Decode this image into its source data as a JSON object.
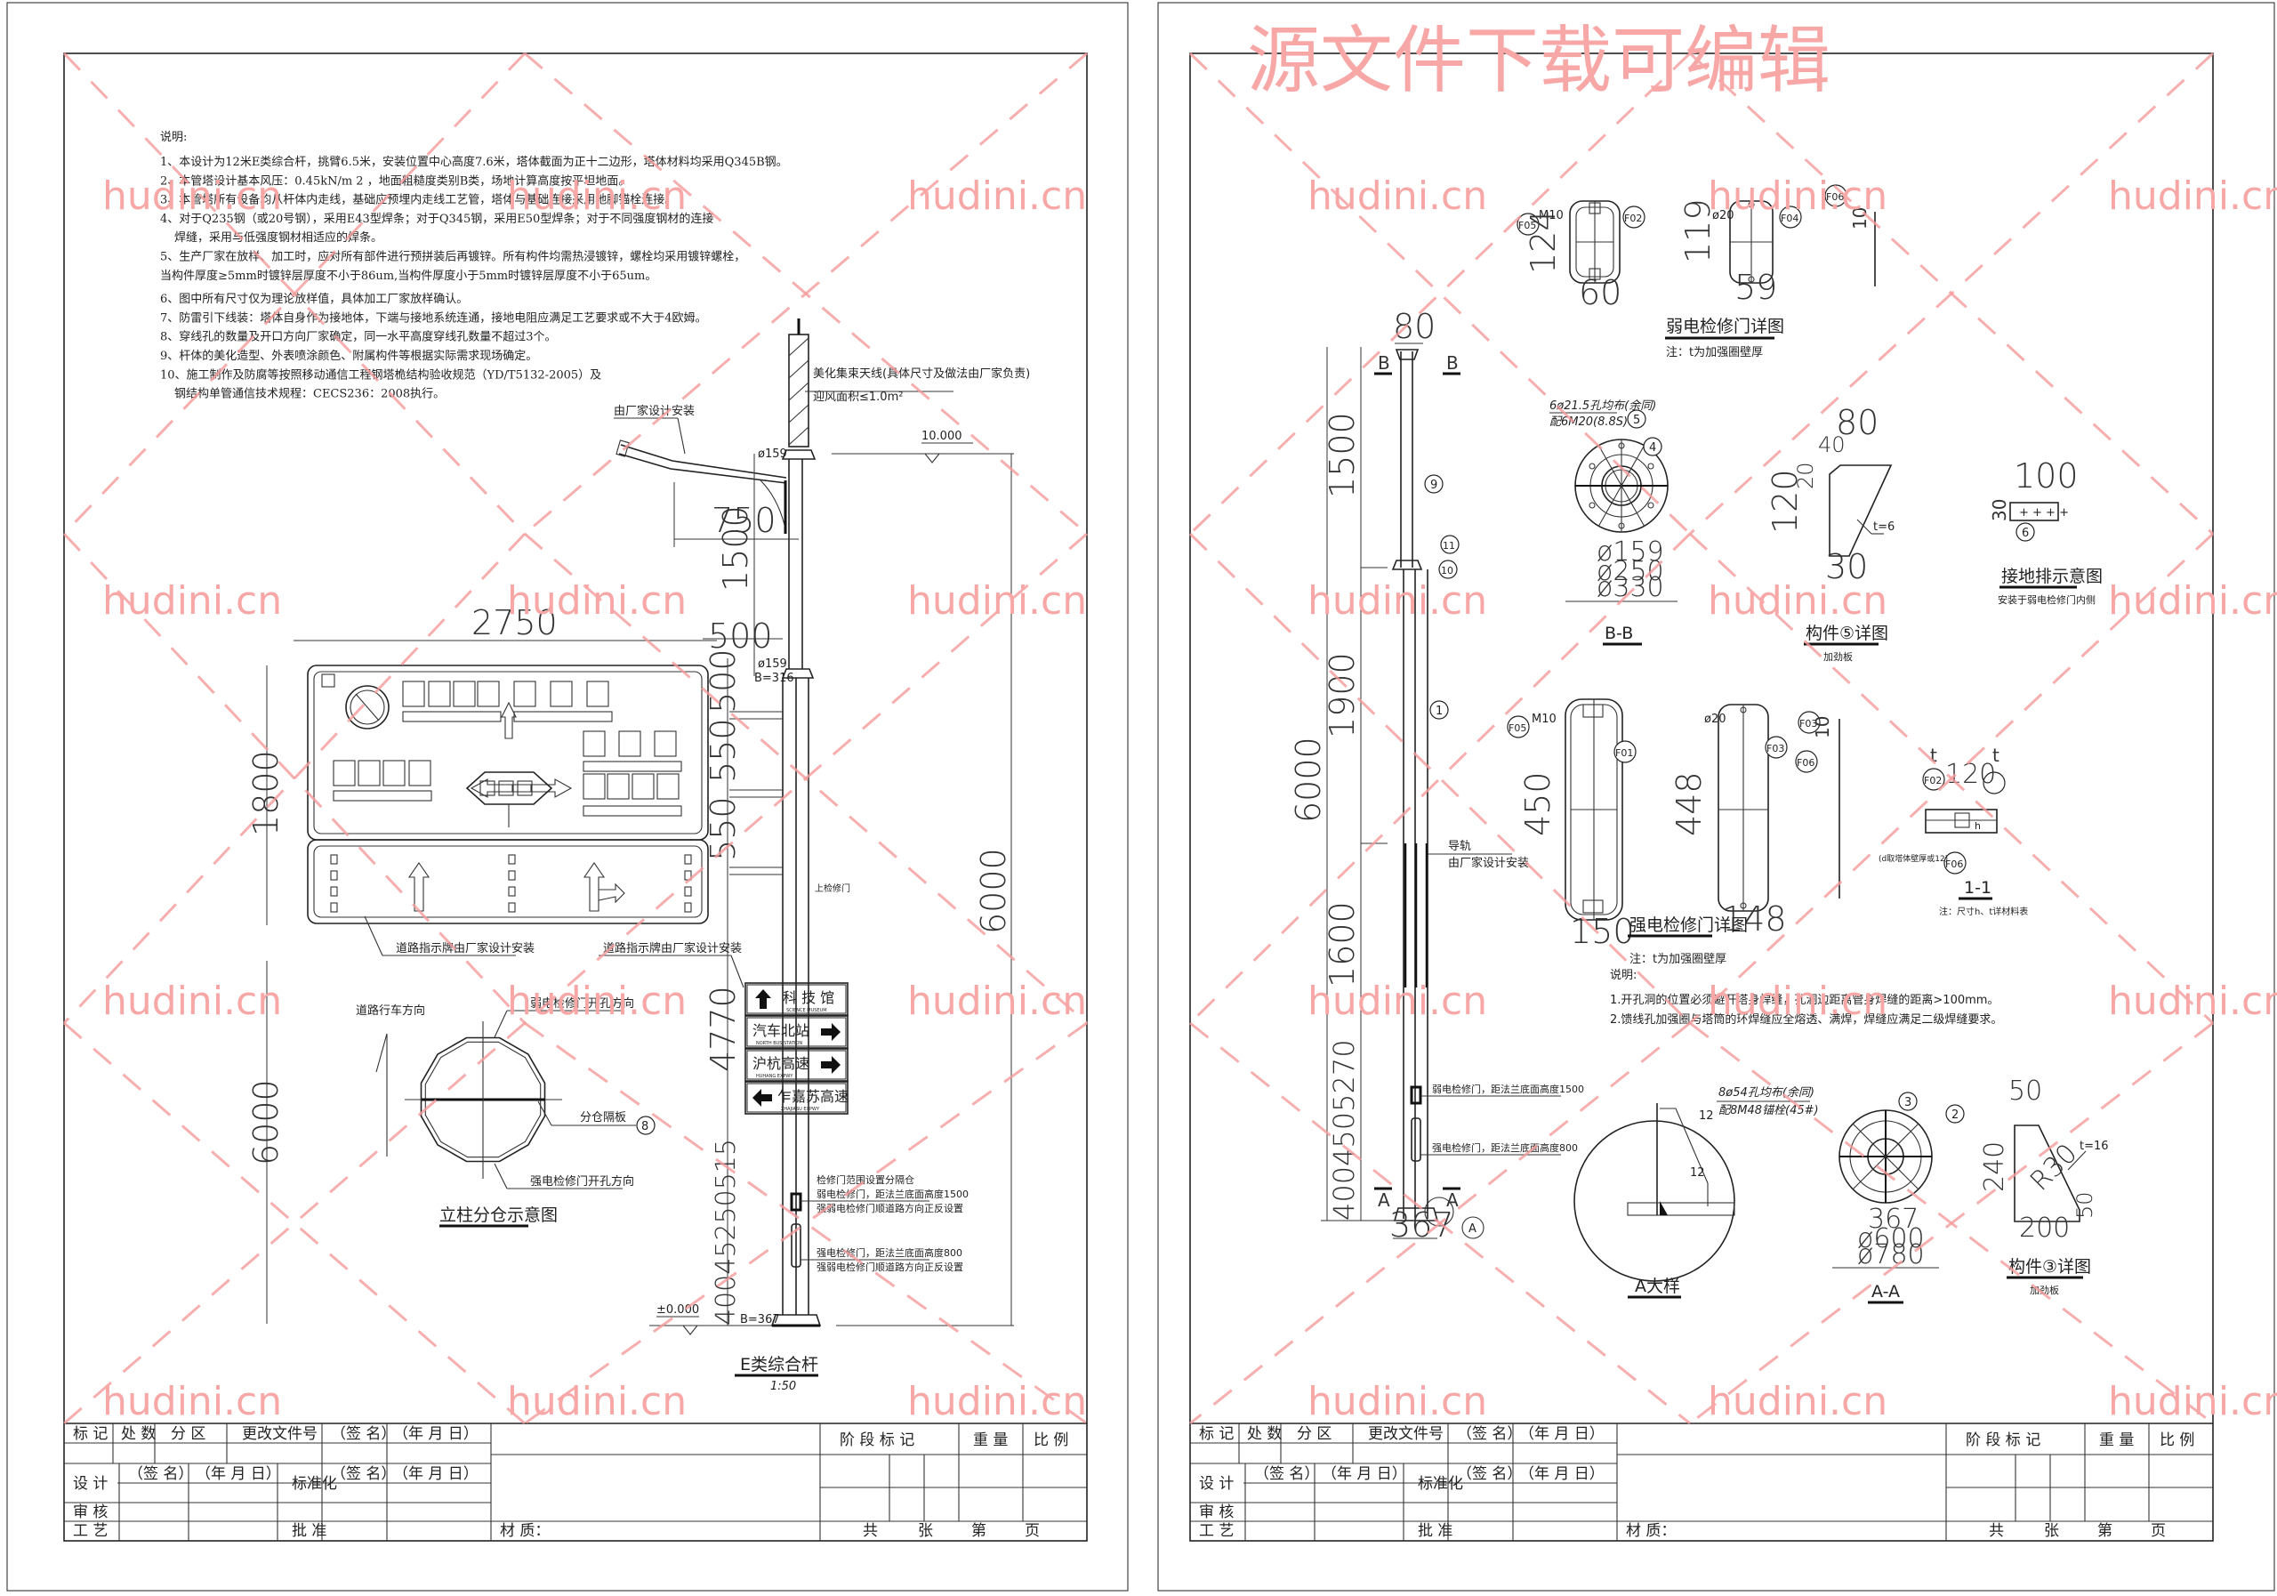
{
  "watermark": {
    "headline": "源文件下载可编辑",
    "site": "hudini.cn",
    "color": "#f8a7a7"
  },
  "sheet_left": {
    "notes_title": "说明:",
    "notes": [
      "1、本设计为12米E类综合杆，挑臂6.5米，安装位置中心高度7.6米，塔体截面为正十二边形，塔体材料均采用Q345B钢。",
      "2、本管塔设计基本风压：0.45kN/m 2 ，地面粗糙度类别B类，场地计算高度按平坦地面。",
      "3、本管塔所有设备均从杆体内走线，基础应预埋内走线工艺管，塔体与基础连接采用地脚锚栓连接。",
      "4、对于Q235钢（或20号钢），采用E43型焊条；对于Q345钢，采用E50型焊条；对于不同强度钢材的连接",
      "焊缝，采用与低强度钢材相适应的焊条。",
      "5、生产厂家在放样、加工时，应对所有部件进行预拼装后再镀锌。所有构件均需热浸镀锌，螺栓均采用镀锌螺栓，",
      "当构件厚度≥5mm时镀锌层厚度不小于86um,当构件厚度小于5mm时镀锌层厚度不小于65um。",
      "6、图中所有尺寸仅为理论放样值，具体加工厂家放样确认。",
      "7、防雷引下线装：塔体自身作为接地体，下端与接地系统连通，接地电阻应满足工艺要求或不大于4欧姆。",
      "8、穿线孔的数量及开口方向厂家确定，同一水平高度穿线孔数量不超过3个。",
      "9、杆体的美化造型、外表喷涂颜色、附属构件等根据实际需求现场确定。",
      "10、施工制作及防腐等按照移动通信工程钢塔桅结构验收规范（YD/T5132-2005）及",
      "钢结构单管通信技术规程：CECS236：2008执行。"
    ],
    "labels": {
      "antenna": "美化集束天线(具体尺寸及做法由厂家负责)",
      "wind_area": "迎风面积≤1.0m²",
      "lamp_note": "由厂家设计安装",
      "elev_top": "10.000",
      "elev_ground": "±0.000",
      "dia_top": "ø159",
      "dia_mid": "ø159",
      "b_mid": "B=316",
      "b_base": "B=367",
      "sign_note_1": "道路指示牌由厂家设计安装",
      "sign_note_2": "道路指示牌由厂家设计安装",
      "pole_small": "上检修门",
      "door_note_1": "检修门范围设置分隔仓",
      "door_note_2": "弱电检修门，距法兰底面高度1500",
      "door_note_3": "强弱电检修门顺道路方向正反设置",
      "door_note_4": "强电检修门，距法兰底面高度800",
      "door_note_5": "强弱电检修门顺道路方向正反设置",
      "road_dir": "道路行车方向",
      "weak_dir": "弱电检修门开孔方向",
      "strong_dir": "强电检修门开孔方向",
      "partition": "分仓隔板",
      "partition_num": "8",
      "split_caption": "立柱分仓示意图",
      "pole_caption": "E类综合杆",
      "pole_scale": "1:50"
    },
    "dims": {
      "d750": "750",
      "d1500": "1500",
      "d2750": "2750",
      "d500": "500",
      "d1800": "1800",
      "d6000a": "6000",
      "d6000b": "6000",
      "d4770": "4770",
      "d500b": "500",
      "d550a": "550",
      "d550b": "550",
      "d_base": "40045250515"
    },
    "guide_signs": [
      {
        "cn": "科 技 馆",
        "en": "SCIENCE MUSEUM",
        "arrow": "up"
      },
      {
        "cn": "汽车北站",
        "en": "NORTH BUS STATION",
        "arrow": "right"
      },
      {
        "cn": "沪杭高速",
        "en": "HUHANG EXPWY",
        "arrow": "right"
      },
      {
        "cn": "乍嘉苏高速",
        "en": "ZHAJIASU EXPWY",
        "arrow": "left"
      }
    ]
  },
  "sheet_right": {
    "dims": {
      "d80": "80",
      "d1500": "1500",
      "d1900": "1900",
      "d6000": "6000",
      "d1600": "1600",
      "d_bottom": "4004505270",
      "d367": "367",
      "d24": "124",
      "d60": "60",
      "d119": "119",
      "d59": "59",
      "d10a": "10",
      "d5": "5",
      "d450": "450",
      "d150": "150",
      "d448": "448",
      "d148": "148",
      "d10b": "10",
      "d120": "120",
      "d80b": "80",
      "d40": "40",
      "d20": "20",
      "d120b": "120",
      "d30": "30",
      "d100": "100",
      "d30b": "30",
      "dia159": "ø159",
      "dia250": "ø250",
      "dia330": "ø330",
      "d367b": "367",
      "dia600": "ø600",
      "dia780": "ø780",
      "d50": "50",
      "d240": "240",
      "d200": "200",
      "r30": "R30",
      "d50b": "50"
    },
    "labels": {
      "sec_b": "B",
      "sec_a": "A",
      "part9": "9",
      "part11": "11",
      "part10": "10",
      "part1": "1",
      "rail_1": "导轨",
      "rail_2": "由厂家设计安装",
      "weak_door": "弱电检修门，距法兰底面高度1500",
      "strong_door": "强电检修门，距法兰底面高度800",
      "hole_b_1": "6ø21.5孔均布(余同)",
      "hole_b_2": "配6M20(8.8S)",
      "p5": "5",
      "p4": "4",
      "p6": "6",
      "p3": "3",
      "p2": "2",
      "t6": "t=6",
      "t16": "t=16",
      "m10": "M10",
      "d20": "ø20",
      "f01": "F01",
      "f02": "F02",
      "f03": "F03",
      "f04": "F04",
      "f05": "F05",
      "f06": "F06",
      "hole_a_1": "8ø54孔均布(余同)",
      "hole_a_2": "配8M48锚栓(45#)",
      "weld12": "12",
      "note_d": "(d取塔体壁厚或12)",
      "t_mark": "t",
      "h_mark": "h"
    },
    "captions": {
      "weak_detail": "弱电检修门详图",
      "weak_note": "注：t为加强圈壁厚",
      "strong_detail": "强电检修门详图",
      "strong_note": "注：t为加强圈壁厚",
      "bb": "B-B",
      "part5": "构件⑤详图",
      "part5_sub": "加劲板",
      "ground_bar": "接地排示意图",
      "ground_bar_sub": "安装于弱电检修门内侧",
      "s11": "1-1",
      "s11_note": "注：尺寸h、t详材料表",
      "a_detail": "A大样",
      "aa": "A-A",
      "part3": "构件③详图",
      "part3_sub": "加劲板"
    },
    "notes_title": "说明:",
    "notes": [
      "1.开孔洞的位置必须避开塔身焊缝，孔洞边距离管身焊缝的距离>100mm。",
      "2.馈线孔加强圈与塔筒的环焊缝应全熔透、满焊，焊缝应满足二级焊缝要求。"
    ]
  },
  "title_block": {
    "row1": [
      "标 记",
      "处 数",
      "分 区",
      "更改文件号",
      "（签 名）",
      "（年 月 日）"
    ],
    "design": "设 计",
    "sign": "（签 名）",
    "date": "（年 月 日）",
    "standard": "标准化",
    "review": "审 核",
    "process": "工 艺",
    "approve": "批 准",
    "material": "材 质：",
    "stage": "阶 段 标 记",
    "weight": "重 量",
    "scale": "比 例",
    "sheets": [
      "共",
      "张",
      "第",
      "页"
    ]
  }
}
